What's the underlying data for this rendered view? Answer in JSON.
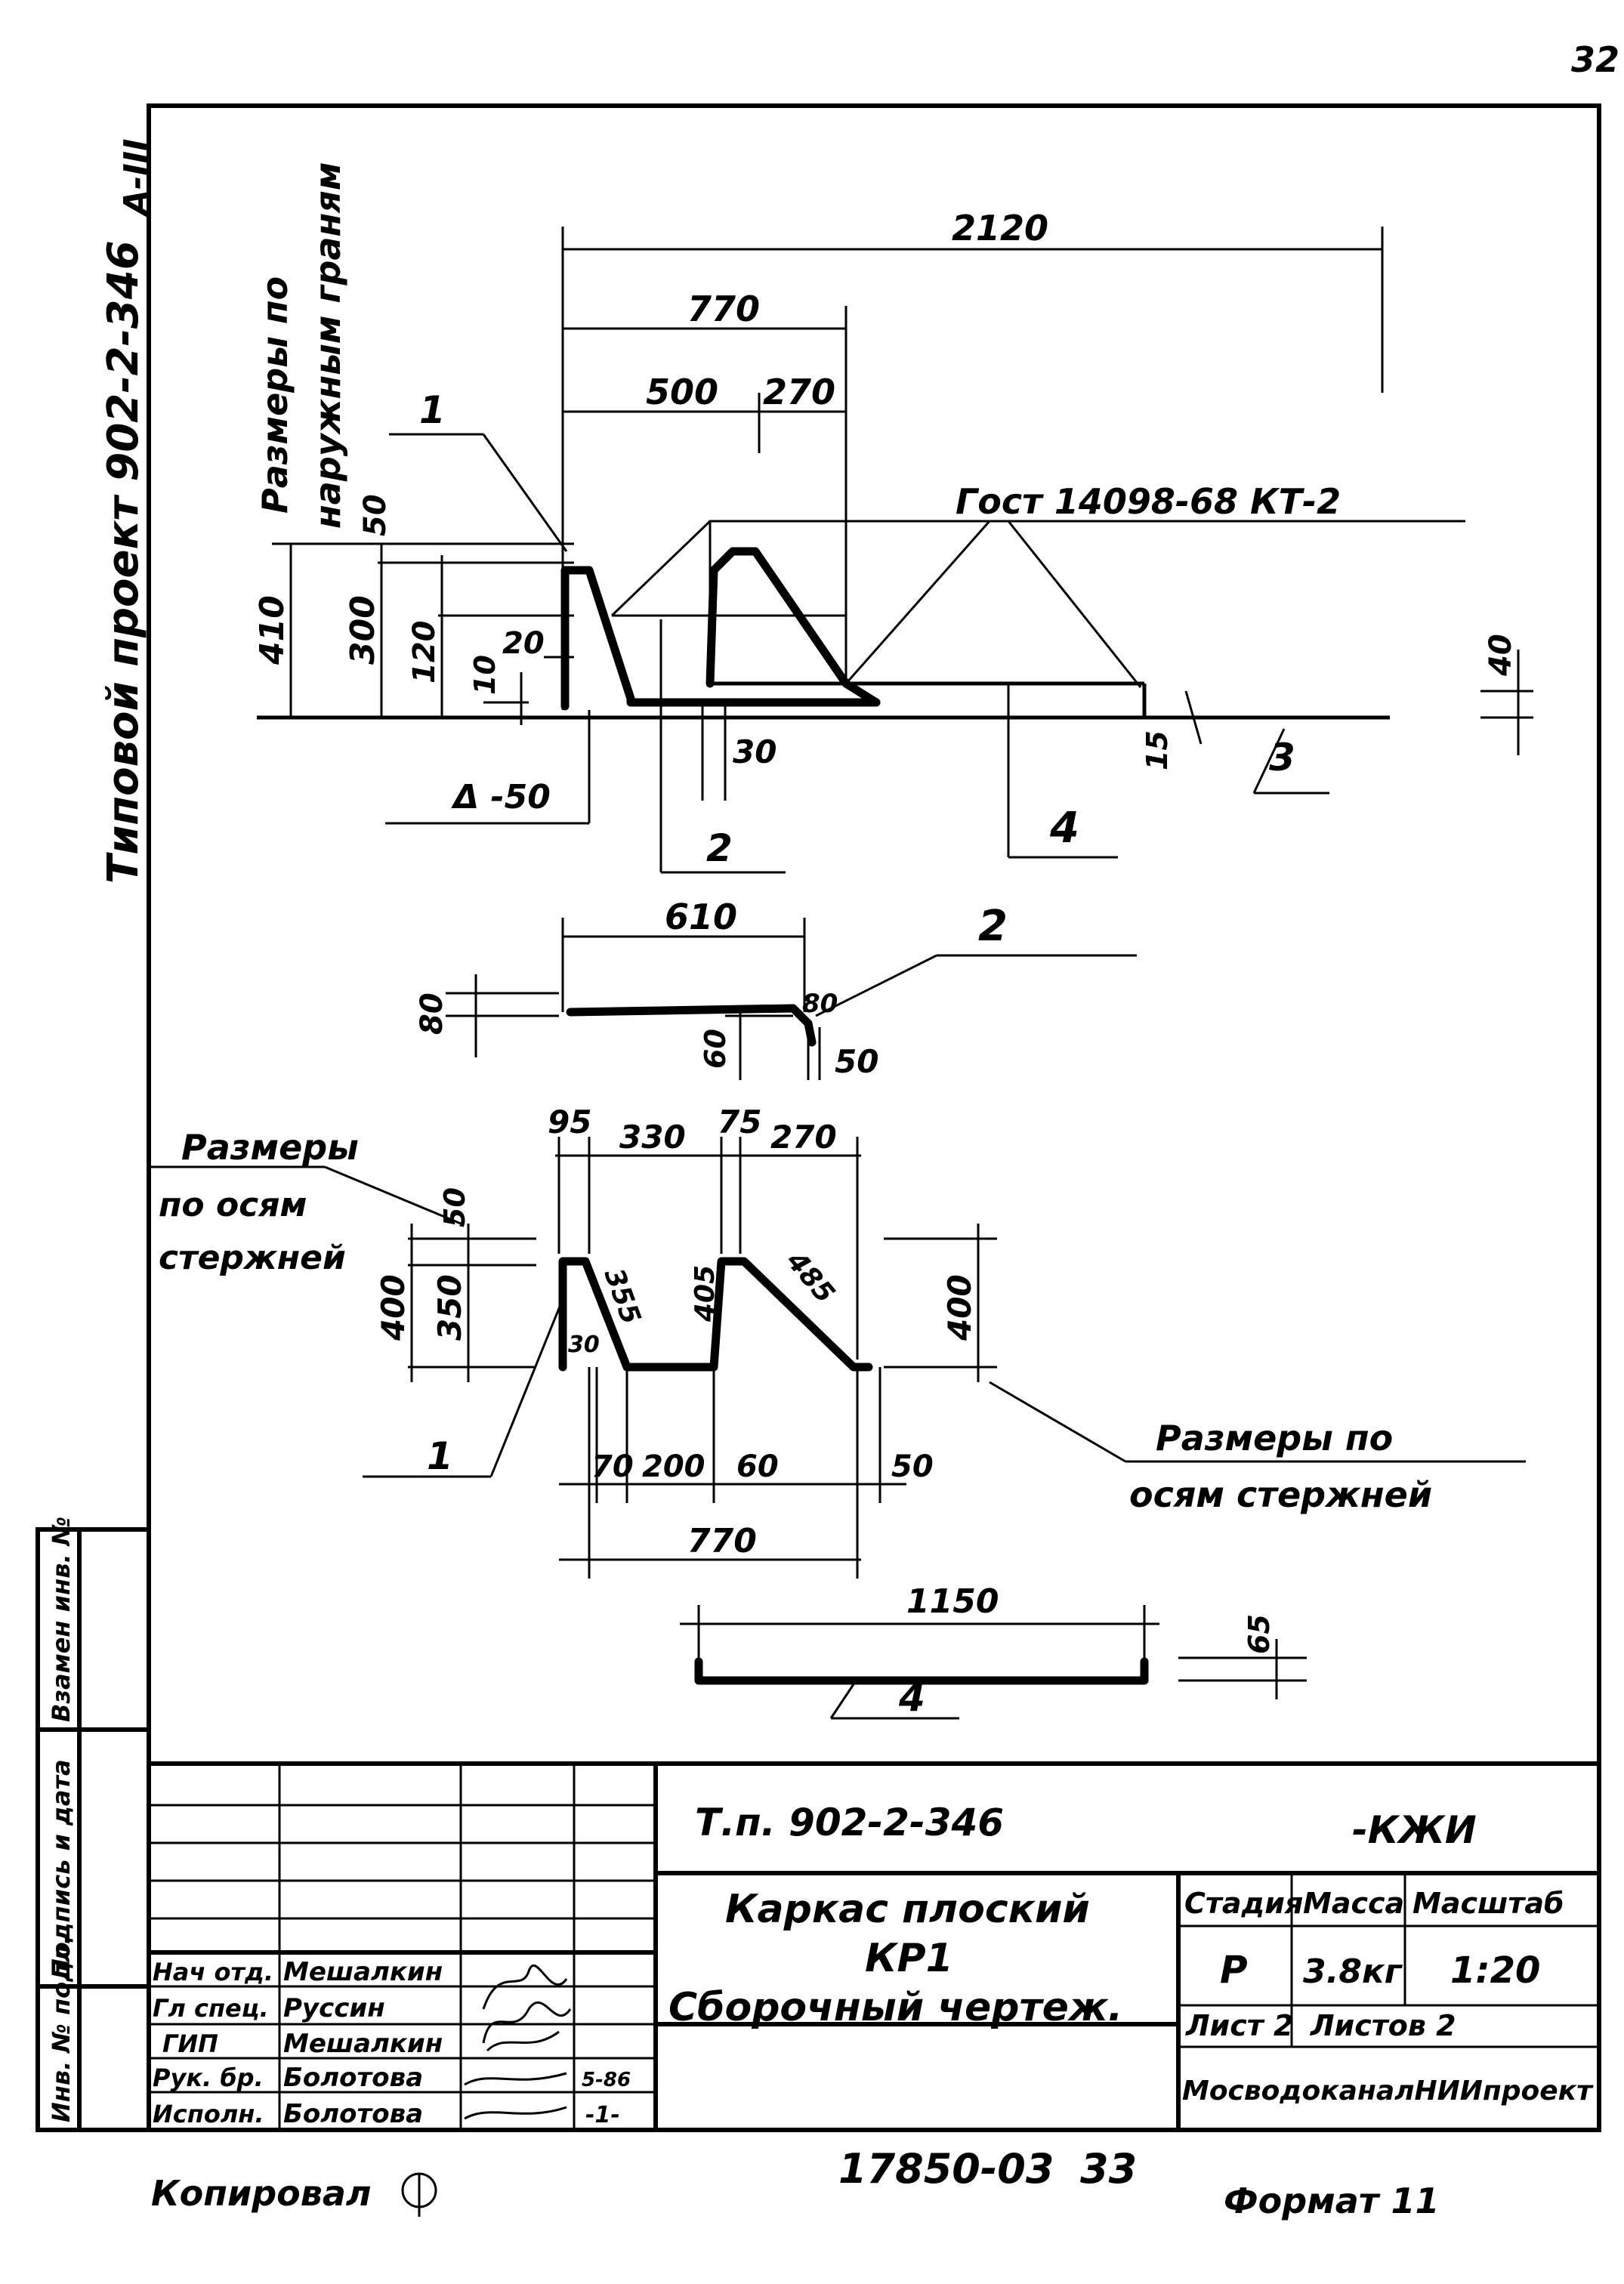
{
  "page_number": "32",
  "side_stamp": "А-III",
  "side_project": "Типовой проект 902-2-346",
  "note_outer": {
    "line1": "Размеры по",
    "line2": "наружным граням"
  },
  "gost": "Гост 14098-68 КТ-2",
  "view1": {
    "dims": [
      "2120",
      "770",
      "500",
      "270",
      "50",
      "410",
      "300",
      "120",
      "20",
      "10",
      "30",
      "40",
      "15"
    ],
    "delta": "Δ -50",
    "positions": [
      "1",
      "2",
      "3",
      "4"
    ]
  },
  "view2": {
    "dims": [
      "610",
      "80",
      "80",
      "60",
      "50"
    ],
    "position": "2"
  },
  "view3": {
    "note_left": {
      "line1": "Размеры",
      "line2": "по осям",
      "line3": "стержней"
    },
    "note_right": {
      "line1": "Размеры по",
      "line2": "осям стержней"
    },
    "dims": [
      "95",
      "330",
      "75",
      "270",
      "50",
      "400",
      "350",
      "355",
      "405",
      "485",
      "400",
      "30",
      "70",
      "200",
      "60",
      "50",
      "770"
    ],
    "position": "1"
  },
  "view4": {
    "dims": [
      "1150",
      "65"
    ],
    "position": "4"
  },
  "side_strip": [
    "Инв. № подл.",
    "Подпись и дата",
    "Взамен инв. №"
  ],
  "title_block": {
    "doc_number": "Т.п. 902-2-346",
    "doc_suffix": "-КЖИ",
    "title_line1": "Каркас плоский",
    "title_line2": "КР1",
    "title_line3": "Сборочный чертеж.",
    "headers": [
      "Стадия",
      "Масса",
      "Масштаб"
    ],
    "stage": "Р",
    "mass": "3.8кг",
    "scale": "1:20",
    "sheet": "Лист 2",
    "sheets": "Листов 2",
    "organization": "МосводоканалНИИпроект",
    "staff": [
      {
        "role": "Нач отд.",
        "name": "Мешалкин",
        "date": ""
      },
      {
        "role": "Гл спец.",
        "name": "Руссин",
        "date": ""
      },
      {
        "role": "ГИП",
        "name": "Мешалкин",
        "date": ""
      },
      {
        "role": "Рук. бр.",
        "name": "Болотова",
        "date": "5-86"
      },
      {
        "role": "Исполн.",
        "name": "Болотова",
        "date": "-1-"
      }
    ]
  },
  "footer": {
    "copied": "Копировал",
    "number": "17850-03",
    "page": "33",
    "format": "Формат 11"
  }
}
